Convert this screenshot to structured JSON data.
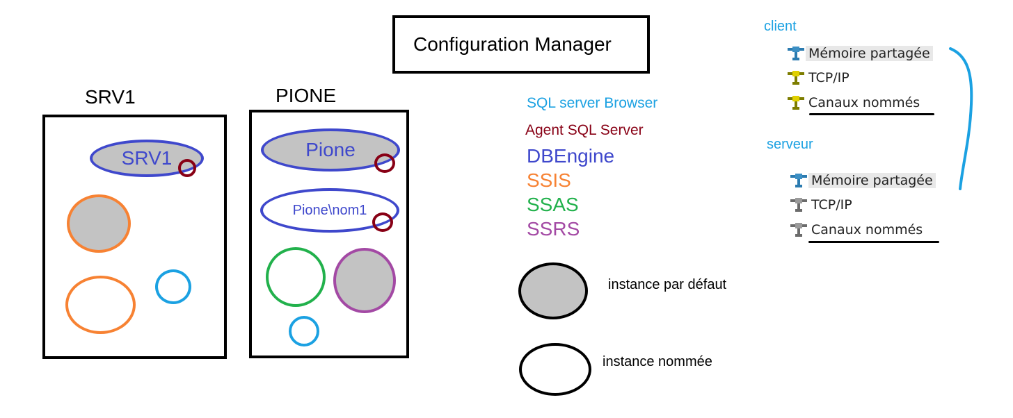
{
  "title": "Configuration Manager",
  "servers": [
    {
      "label": "SRV1",
      "instances": [
        {
          "label": "SRV1",
          "kind": "DBEngine",
          "instance_type": "instance par défaut"
        }
      ]
    },
    {
      "label": "PIONE",
      "instances": [
        {
          "label": "Pione",
          "kind": "DBEngine",
          "instance_type": "instance par défaut"
        },
        {
          "label": "Pione\\nom1",
          "kind": "DBEngine",
          "instance_type": "instance nommée"
        }
      ]
    }
  ],
  "legend_services": [
    {
      "label": "SQL server Browser",
      "color": "#1ba1e2"
    },
    {
      "label": "Agent SQL Server",
      "color": "#880015"
    },
    {
      "label": "DBEngine",
      "color": "#3f48cc"
    },
    {
      "label": "SSIS",
      "color": "#f78233"
    },
    {
      "label": "SSAS",
      "color": "#22b14c"
    },
    {
      "label": "SSRS",
      "color": "#a349a4"
    }
  ],
  "legend_instances": [
    {
      "label": "instance par défaut",
      "fill": "#c3c3c3"
    },
    {
      "label": "instance nommée",
      "fill": "#ffffff"
    }
  ],
  "protocols": {
    "client": {
      "label": "client",
      "items": [
        "Mémoire partagée",
        "TCP/IP",
        "Canaux nommés"
      ]
    },
    "serveur": {
      "label": "serveur",
      "items": [
        "Mémoire partagée",
        "TCP/IP",
        "Canaux nommés"
      ]
    }
  }
}
